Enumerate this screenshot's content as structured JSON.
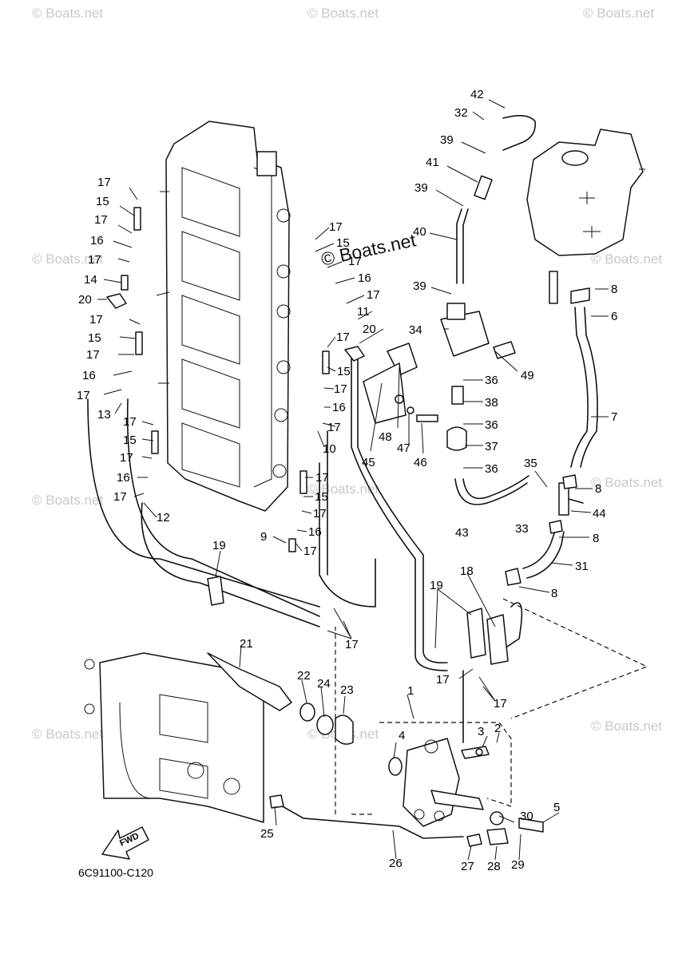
{
  "diagram_code": "6C91100-C120",
  "fwd_label": "FWD",
  "watermark": "© Boats.net",
  "watermark_brand": "© Boats.net",
  "part_callouts": [
    "1",
    "2",
    "3",
    "4",
    "5",
    "6",
    "7",
    "8",
    "9",
    "10",
    "11",
    "12",
    "13",
    "14",
    "15",
    "16",
    "17",
    "18",
    "19",
    "20",
    "21",
    "22",
    "23",
    "24",
    "25",
    "26",
    "27",
    "28",
    "29",
    "30",
    "31",
    "32",
    "33",
    "34",
    "35",
    "36",
    "37",
    "38",
    "39",
    "40",
    "41",
    "42",
    "43",
    "44",
    "45",
    "46",
    "47",
    "48",
    "49"
  ]
}
